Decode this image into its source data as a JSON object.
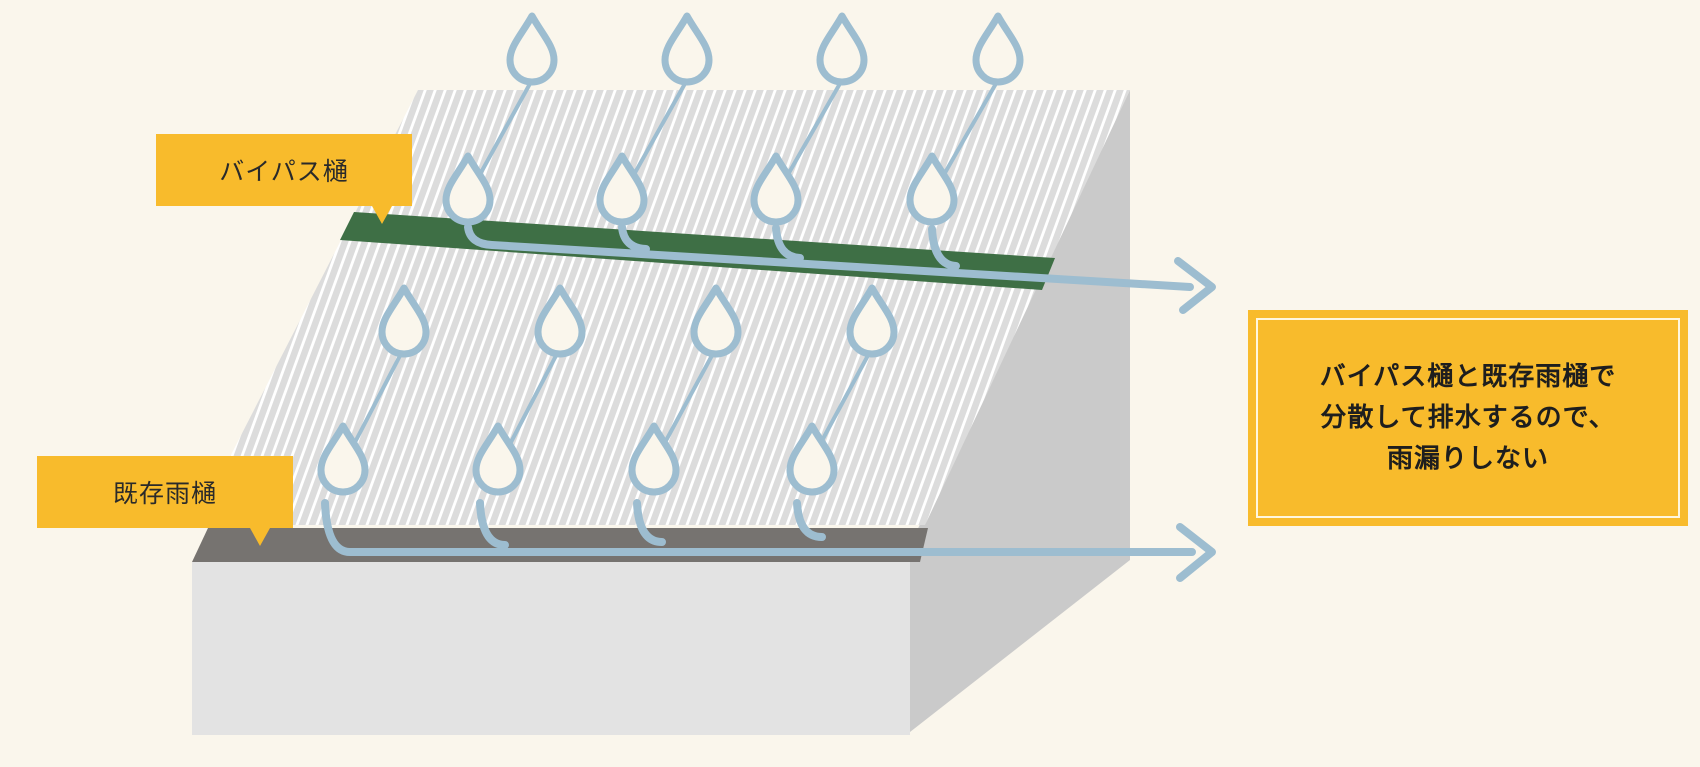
{
  "labels": {
    "bypass_gutter": "バイパス樋",
    "existing_gutter": "既存雨樋"
  },
  "result": {
    "lines": [
      "バイパス樋と既存雨樋で",
      "分散して排水するので、",
      "雨漏りしない"
    ]
  },
  "colors": {
    "background": "#faf6ec",
    "accent": "#f8bb2c",
    "water": "#9dbdd0",
    "bypass_gutter": "#3e6f45",
    "existing_gutter": "#767370",
    "roof": "#dcdcdc",
    "wall": "#e3e3e3",
    "wall_side": "#cacaca"
  }
}
